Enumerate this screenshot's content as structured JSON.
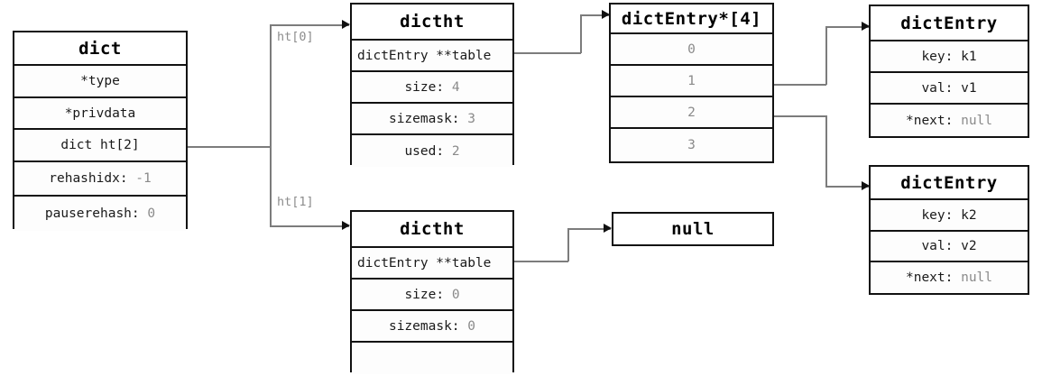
{
  "diagram": {
    "title": "redis dict / dictht / dictEntry structure diagram",
    "colors": {
      "box_border": "#111111",
      "edge": "#7c7c7c",
      "dim_text": "#8a8a8a",
      "text": "#1a1a1a",
      "background": "#ffffff"
    }
  },
  "nodes": {
    "dict": {
      "header": "dict",
      "fields": [
        {
          "label": "*type",
          "value": ""
        },
        {
          "label": "*privdata",
          "value": ""
        },
        {
          "label": "dict ht[2]",
          "value": ""
        },
        {
          "label": "rehashidx: ",
          "value": "-1"
        },
        {
          "label": "pauserehash: ",
          "value": "0"
        }
      ]
    },
    "dictht0": {
      "header": "dictht",
      "table_field": "dictEntry **table",
      "fields": [
        {
          "label": "size: ",
          "value": "4"
        },
        {
          "label": "sizemask: ",
          "value": "3"
        },
        {
          "label": "used: ",
          "value": "2"
        }
      ]
    },
    "dictht1": {
      "header": "dictht",
      "table_field": "dictEntry **table",
      "fields": [
        {
          "label": "size: ",
          "value": "0"
        },
        {
          "label": "sizemask: ",
          "value": "0"
        }
      ]
    },
    "array": {
      "header": "dictEntry*[4]",
      "slots": [
        "0",
        "1",
        "2",
        "3"
      ]
    },
    "entry1": {
      "header": "dictEntry",
      "fields": [
        {
          "label": "key: ",
          "value": "k1",
          "dim": false
        },
        {
          "label": "val: ",
          "value": "v1",
          "dim": false
        },
        {
          "label": "*next: ",
          "value": "null",
          "dim": true
        }
      ]
    },
    "entry2": {
      "header": "dictEntry",
      "fields": [
        {
          "label": "key: ",
          "value": "k2",
          "dim": false
        },
        {
          "label": "val: ",
          "value": "v2",
          "dim": false
        },
        {
          "label": "*next: ",
          "value": "null",
          "dim": true
        }
      ]
    },
    "nullbox": {
      "header": "null"
    }
  },
  "edge_labels": {
    "ht0": "ht[0]",
    "ht1": "ht[1]"
  }
}
